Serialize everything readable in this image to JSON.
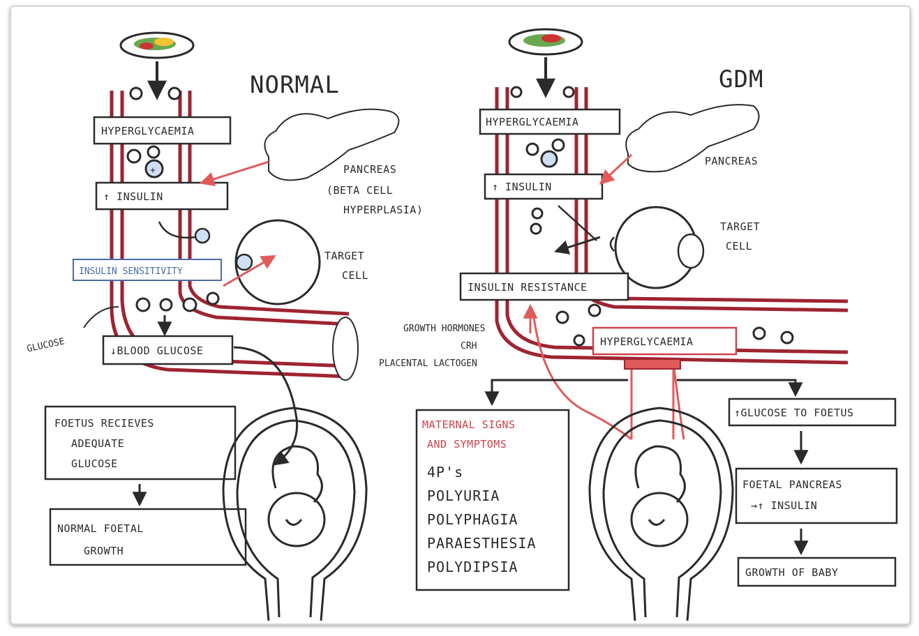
{
  "normal": {
    "title": "NORMAL",
    "hyperglycaemia": "HYPERGLYCAEMIA",
    "insulin": "↑ INSULIN",
    "insulin_sensitivity": "INSULIN SENSITIVITY",
    "blood_glucose": "↓BLOOD GLUCOSE",
    "glucose": "GLUCOSE",
    "pancreas_line1": "PANCREAS",
    "pancreas_line2": "(BETA CELL",
    "pancreas_line3": "HYPERPLASIA)",
    "target_line1": "TARGET",
    "target_line2": "CELL",
    "foetus_line1": "FOETUS RECIEVES",
    "foetus_line2": "ADEQUATE",
    "foetus_line3": "GLUCOSE",
    "growth_line1": "NORMAL FOETAL",
    "growth_line2": "GROWTH"
  },
  "gdm": {
    "title": "GDM",
    "hyperglycaemia": "HYPERGLYCAEMIA",
    "insulin": "↑ INSULIN",
    "pancreas": "PANCREAS",
    "target_line1": "TARGET",
    "target_line2": "CELL",
    "insulin_resistance": "INSULIN RESISTANCE",
    "hormones_line1": "GROWTH HORMONES",
    "hormones_line2": "CRH",
    "hormones_line3": "PLACENTAL LACTOGEN",
    "hyperglycaemia2": "HYPERGLYCAEMIA",
    "maternal_line1": "MATERNAL SIGNS",
    "maternal_line2": "AND SYMPTOMS",
    "symptoms": [
      "4P's",
      "POLYURIA",
      "POLYPHAGIA",
      "PARAESTHESIA",
      "POLYDIPSIA"
    ],
    "glucose_to_foetus": "↑GLUCOSE TO FOETUS",
    "foetal_pancreas_line1": "FOETAL PANCREAS",
    "foetal_pancreas_line2": "→↑ INSULIN",
    "growth_baby": "GROWTH OF BABY"
  },
  "colors": {
    "vessel": "#9e2430",
    "vessel_fill": "#ffffff",
    "ink": "#2a2a2a",
    "red_arrow": "#e05a5a",
    "blue_ring": "#4a6aa8"
  }
}
